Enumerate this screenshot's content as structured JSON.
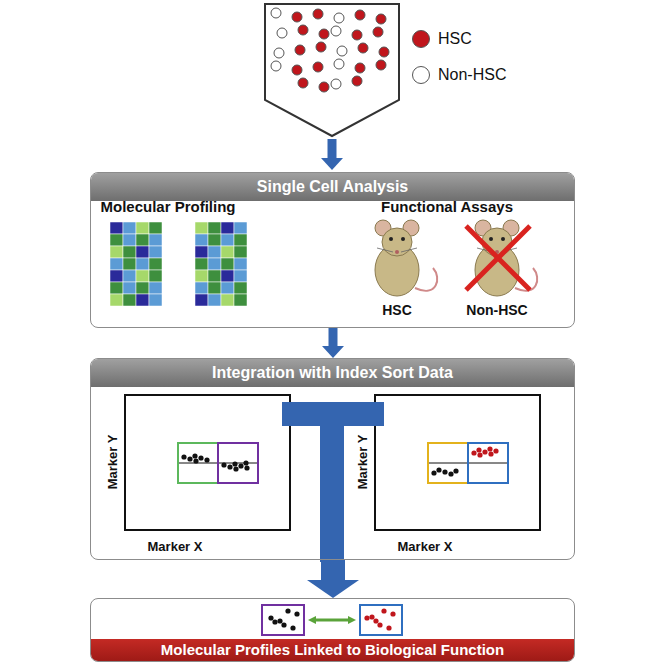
{
  "diagram": {
    "nodes": [
      {
        "text": [
          "Single Cell Analysis"
        ]
      },
      {
        "text": [
          "Integration with Index Sort Data"
        ]
      },
      {
        "text": [
          "Molecular Profiles Linked to Biological Function"
        ]
      }
    ],
    "edges": [
      {
        "from": 0,
        "to": 1,
        "arrow": "to"
      },
      {
        "from": 1,
        "to": 2,
        "arrow": "to"
      }
    ],
    "labels": [
      "Molecular Profiling",
      "Functional Assays",
      "HSC",
      "Non-HSC",
      "Marker Y",
      "Marker X",
      "Marker Y",
      "Marker X"
    ],
    "legend": [
      {
        "text": "HSC",
        "color": "#c0161c"
      },
      {
        "text": "Non-HSC",
        "color": "#ffffff"
      }
    ]
  }
}
